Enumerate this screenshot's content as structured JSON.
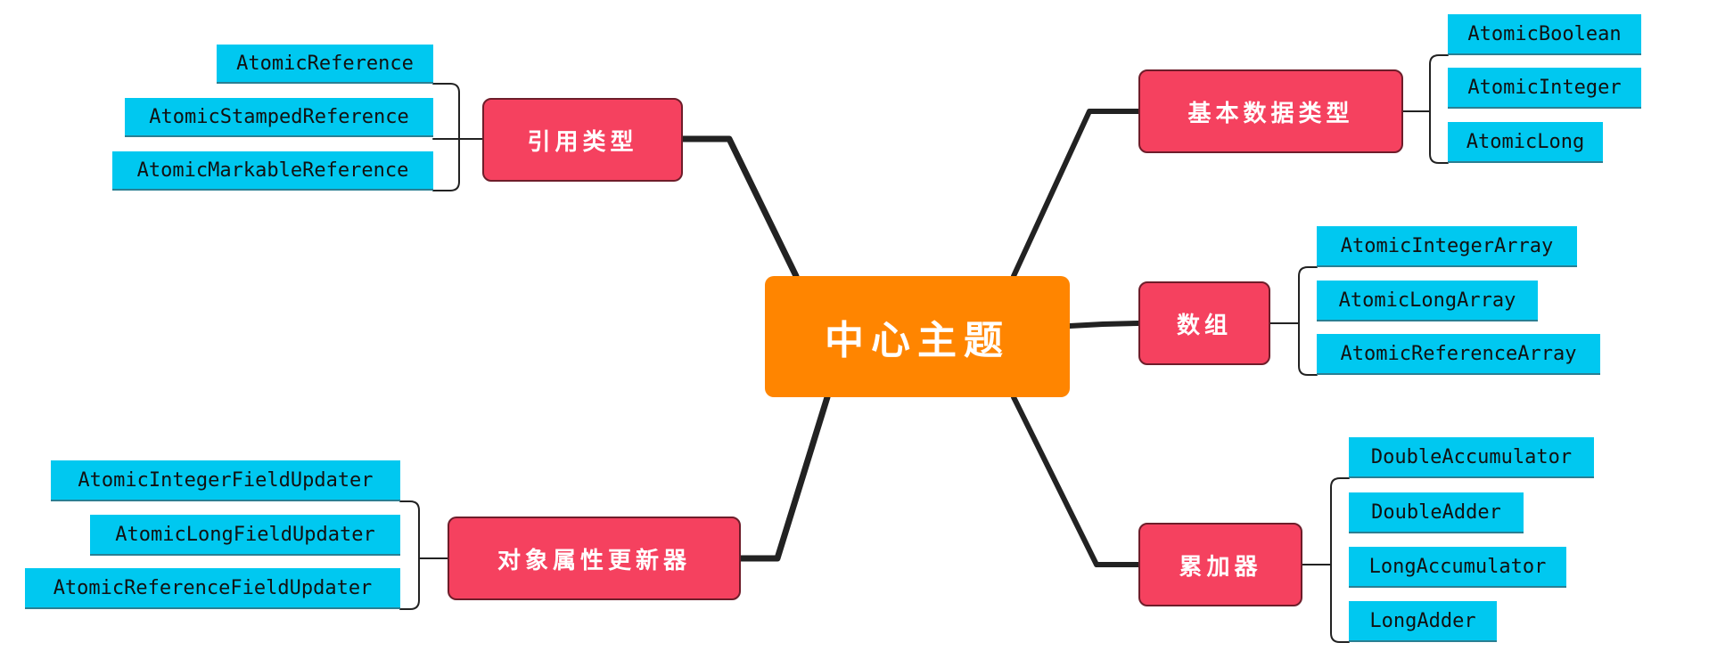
{
  "center_topic": "中心主题",
  "branches": [
    {
      "label": "引用类型",
      "items": [
        "AtomicReference",
        "AtomicStampedReference",
        "AtomicMarkableReference"
      ]
    },
    {
      "label": "基本数据类型",
      "items": [
        "AtomicBoolean",
        "AtomicInteger",
        "AtomicLong"
      ]
    },
    {
      "label": "数组",
      "items": [
        "AtomicIntegerArray",
        "AtomicLongArray",
        "AtomicReferenceArray"
      ]
    },
    {
      "label": "对象属性更新器",
      "items": [
        "AtomicIntegerFieldUpdater",
        "AtomicLongFieldUpdater",
        "AtomicReferenceFieldUpdater"
      ]
    },
    {
      "label": "累加器",
      "items": [
        "DoubleAccumulator",
        "DoubleAdder",
        "LongAccumulator",
        "LongAdder"
      ]
    }
  ],
  "colors": {
    "center_fill": "#FF8500",
    "branch_fill": "#F5415F",
    "leaf_fill": "#00C8F0",
    "connector": "#222222"
  }
}
